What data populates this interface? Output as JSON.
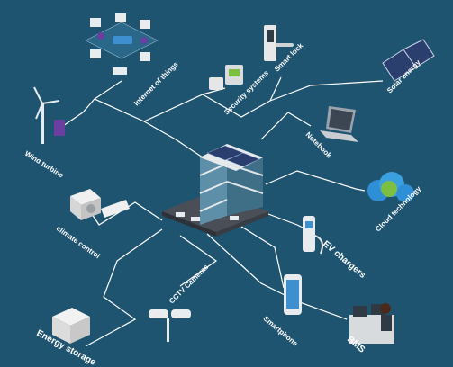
{
  "colors": {
    "background": "#1f5470",
    "line": "#ffffff",
    "building_glass": "#5e8fa8",
    "solar_panel": "#2a3f6e",
    "accent_purple": "#6b3fa0",
    "accent_green": "#7dbf3f",
    "cloud_blue": "#2f8fd6"
  },
  "hub": {
    "name": "central-building-icon"
  },
  "nodes": [
    {
      "label": "Internet of things",
      "icon": "iot-network-icon"
    },
    {
      "label": "Security systems",
      "icon": "security-panel-icon"
    },
    {
      "label": "Smart lock",
      "icon": "smart-lock-icon"
    },
    {
      "label": "Solar energy",
      "icon": "solar-panels-icon"
    },
    {
      "label": "Notebook",
      "icon": "laptop-icon"
    },
    {
      "label": "Cloud technology",
      "icon": "cloud-icon"
    },
    {
      "label": "EV chargers",
      "icon": "ev-charger-icon"
    },
    {
      "label": "Smartphone",
      "icon": "smartphone-icon"
    },
    {
      "label": "BMS",
      "icon": "bms-operator-icon"
    },
    {
      "label": "CCTV Cameras",
      "icon": "cctv-camera-icon"
    },
    {
      "label": "Energy storage",
      "icon": "energy-storage-icon"
    },
    {
      "label": "climate control",
      "icon": "air-conditioner-icon"
    },
    {
      "label": "Wind turbine",
      "icon": "wind-turbine-icon"
    }
  ]
}
